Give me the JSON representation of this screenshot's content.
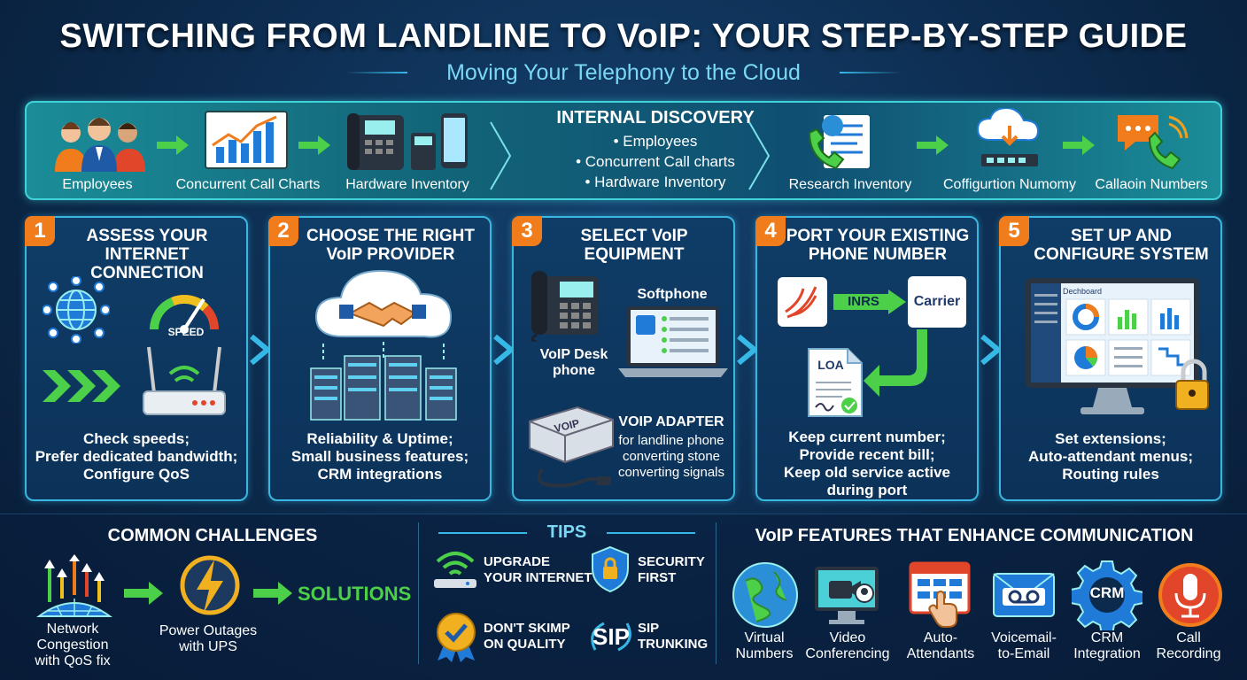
{
  "title": "SWITCHING FROM LANDLINE TO VoIP: YOUR STEP-BY-STEP GUIDE",
  "subtitle": "Moving Your Telephony to the Cloud",
  "banner": {
    "left": [
      "Employees",
      "Concurrent Call Charts",
      "Hardware Inventory"
    ],
    "discovery_title": "INTERNAL DISCOVERY",
    "discovery_items": [
      "• Employees",
      "• Concurrent Call charts",
      "• Hardware Inventory"
    ],
    "right": [
      "Research Inventory",
      "Coffigurtion Numomy",
      "Callaoin Numbers"
    ]
  },
  "steps": [
    {
      "num": "1",
      "title": "ASSESS YOUR INTERNET CONNECTION",
      "desc": [
        "Check speeds;",
        "Prefer dedicated bandwidth;",
        "Configure QoS"
      ],
      "speed": "SPEED"
    },
    {
      "num": "2",
      "title": "CHOOSE THE RIGHT VoIP PROVIDER",
      "desc": [
        "Reliability & Uptime;",
        "Small business features;",
        "CRM integrations"
      ]
    },
    {
      "num": "3",
      "title": "SELECT VoIP EQUIPMENT",
      "softphone": "Softphone",
      "deskphone": "VoIP Desk phone",
      "adapter_title": "VOIP ADAPTER",
      "adapter_desc": [
        "for landline phone",
        "converting stone",
        "converting signals"
      ],
      "adapter_badge": "VOIP"
    },
    {
      "num": "4",
      "title": "PORT YOUR EXISTING PHONE NUMBER",
      "inrs": "INRS",
      "carrier": "Carrier",
      "loa": "LOA",
      "desc": [
        "Keep current number;",
        "Provide recent bill;",
        "Keep old service active",
        "during port"
      ]
    },
    {
      "num": "5",
      "title": "SET UP AND CONFIGURE SYSTEM",
      "dashboard": "Dechboard",
      "desc": [
        "Set extensions;",
        "Auto-attendant menus;",
        "Routing rules"
      ]
    }
  ],
  "challenges": {
    "title": "COMMON CHALLENGES",
    "network": [
      "Network",
      "Congestion",
      "with QoS fix"
    ],
    "power": [
      "Power Outages",
      "with UPS"
    ],
    "solutions": "SOLUTIONS"
  },
  "tips": {
    "title": "TIPS",
    "items": [
      [
        "UPGRADE",
        "YOUR INTERNET"
      ],
      [
        "SECURITY",
        "FIRST"
      ],
      [
        "DON'T SKIMP",
        "ON QUALITY"
      ],
      [
        "SIP",
        "TRUNKING"
      ]
    ],
    "sip_badge": "SIP"
  },
  "features": {
    "title": "VoIP FEATURES THAT ENHANCE COMMUNICATION",
    "crm_badge": "CRM",
    "items": [
      [
        "Virtual",
        "Numbers"
      ],
      [
        "Video",
        "Conferencing"
      ],
      [
        "Auto-",
        "Attendants"
      ],
      [
        "Voicemail-",
        "to-Email"
      ],
      [
        "CRM",
        "Integration"
      ],
      [
        "Call",
        "Recording"
      ]
    ]
  },
  "colors": {
    "accent": "#36b9e6",
    "orange": "#f07c1c",
    "green": "#4cd04a",
    "teal": "#3fd2d8"
  }
}
